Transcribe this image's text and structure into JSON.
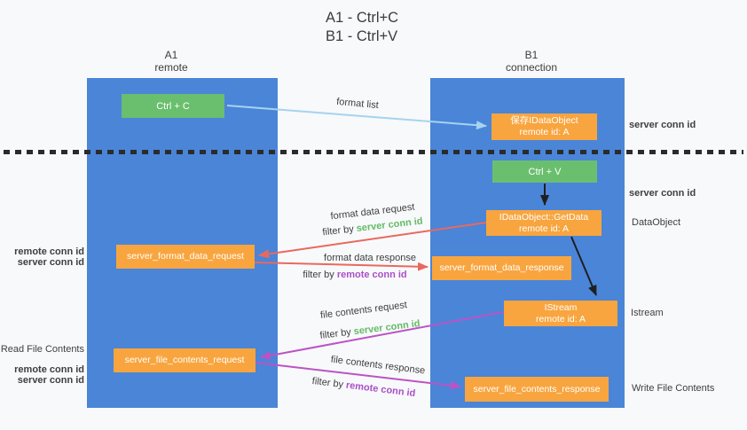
{
  "page": {
    "title_line1": "A1 - Ctrl+C",
    "title_line2": "B1 - Ctrl+V"
  },
  "lanes": {
    "left": {
      "title": "A1",
      "subtitle": "remote"
    },
    "right": {
      "title": "B1",
      "subtitle": "connection"
    }
  },
  "nodes": {
    "ctrl_c": {
      "label": "Ctrl + C"
    },
    "ctrl_v": {
      "label": "Ctrl + V"
    },
    "save_idataobject": {
      "line1": "保存IDataObject",
      "line2": "remote id: A"
    },
    "getdata": {
      "line1": "IDataObject::GetData",
      "line2": "remote id: A"
    },
    "istream": {
      "line1": "IStream",
      "line2": "remote id: A"
    },
    "server_format_data_request": {
      "label": "server_format_data_request"
    },
    "server_format_data_response": {
      "label": "server_format_data_response"
    },
    "server_file_contents_request": {
      "label": "server_file_contents_request"
    },
    "server_file_contents_response": {
      "label": "server_file_contents_response"
    }
  },
  "flow_labels": {
    "format_list": "format list",
    "format_data_request": "format data request",
    "format_data_response": "format data response",
    "file_contents_request": "file contents request",
    "file_contents_response": "file contents response",
    "filter_by": "filter by",
    "server_conn_id": "server conn id",
    "remote_conn_id": "remote conn id"
  },
  "side_labels": {
    "left_remote_conn_id_1": "remote conn id",
    "left_server_conn_id_1": "server conn id",
    "read_file_contents": "Read File Contents",
    "left_remote_conn_id_2": "remote conn id",
    "left_server_conn_id_2": "server conn id",
    "right_server_conn_id_1": "server conn id",
    "right_server_conn_id_2": "server conn id",
    "dataobject": "DataObject",
    "istream": "Istream",
    "write_file_contents": "Write File Contents"
  },
  "colors": {
    "lane_blue": "#4a85d8",
    "box_green": "#6abf6e",
    "box_orange": "#f8a53f",
    "arrow_light_blue": "#a6d3ef",
    "arrow_red": "#e9695e",
    "arrow_purple": "#bc53c5",
    "arrow_black": "#1f1f1f",
    "text_green": "#62bb66",
    "text_purple": "#ab4fc8",
    "text_dark": "#3f3f3f"
  }
}
